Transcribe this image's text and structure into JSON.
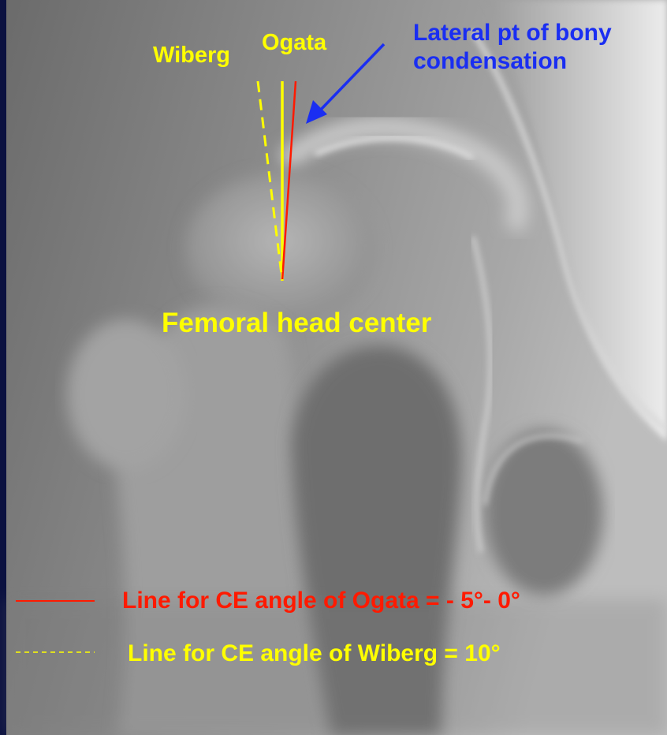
{
  "labels": {
    "wiberg": "Wiberg",
    "ogata": "Ogata",
    "lateral_point_line1": "Lateral pt of bony",
    "lateral_point_line2": "condensation",
    "femoral_head_center": "Femoral head center"
  },
  "legend": {
    "ogata": "Line for CE angle of Ogata = - 5°- 0°",
    "wiberg": "Line for CE angle of Wiberg = 10°"
  },
  "colors": {
    "frame": "#0b1140",
    "yellow": "#ffff00",
    "red": "#ff1a00",
    "blue": "#1a2ef2"
  }
}
